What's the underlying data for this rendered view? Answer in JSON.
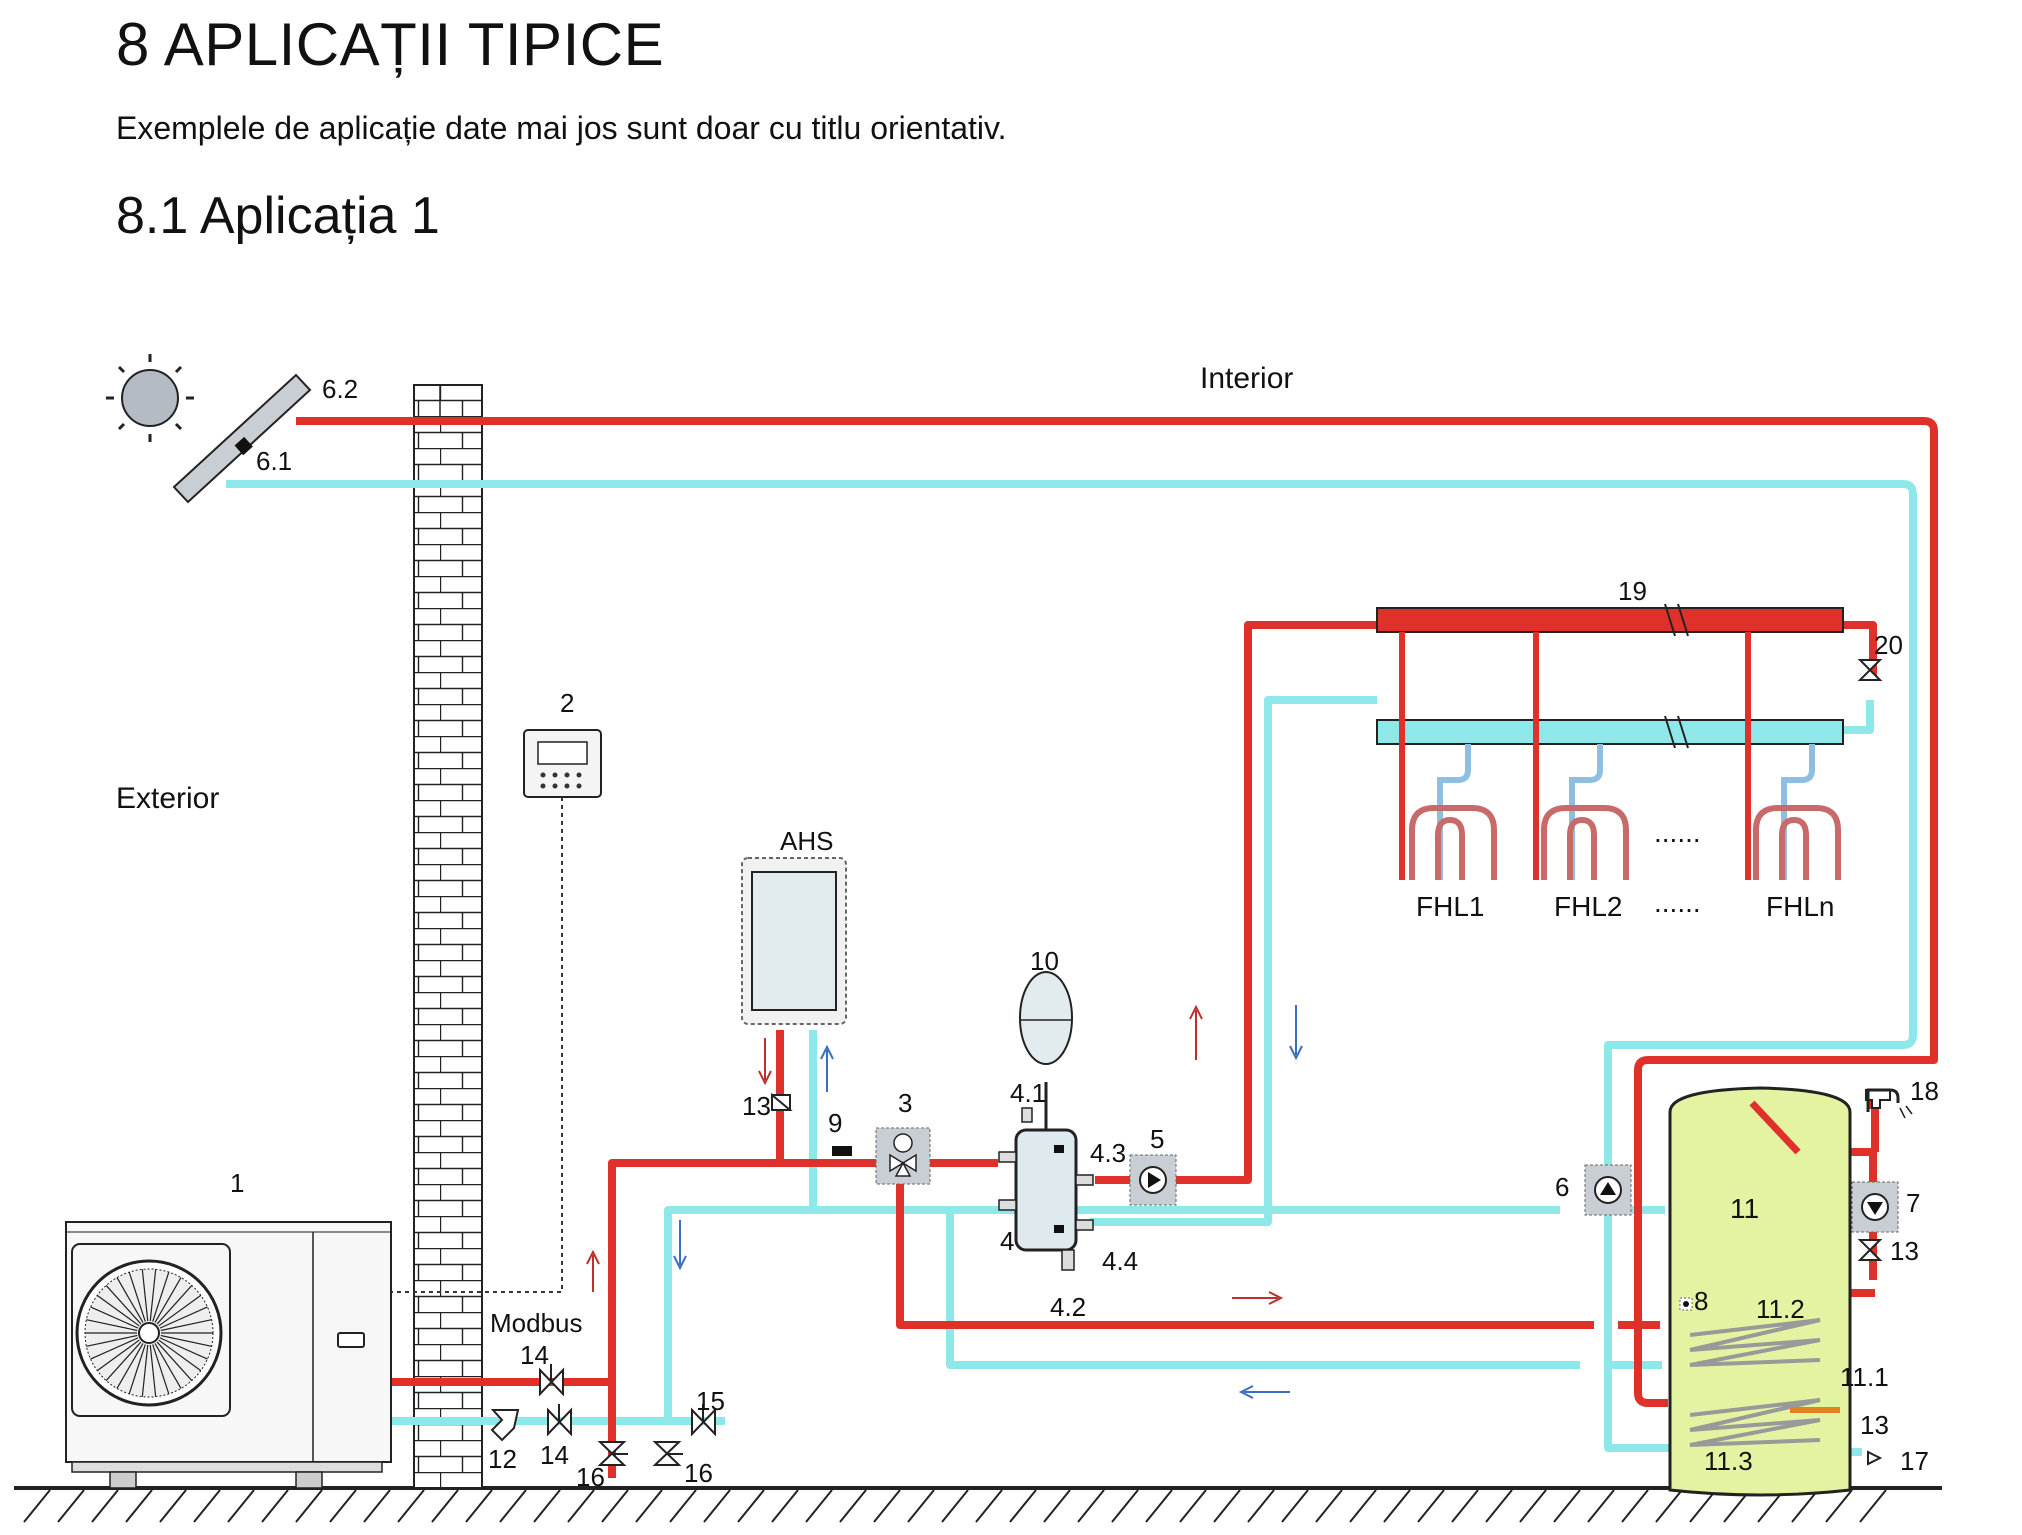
{
  "heading": "8 APLICAȚII TIPICE",
  "intro_text": "Exemplele de aplicație date mai jos sunt doar cu titlu orientativ.",
  "section_title": "8.1 Aplicația 1",
  "zones": {
    "interior": "Interior",
    "exterior": "Exterior"
  },
  "labels": {
    "outdoor_unit": "1",
    "controller": "2",
    "three_way_valve": "3",
    "buffer_tank": "4",
    "buffer_tank_top": "4.1",
    "buffer_tank_drain": "4.2",
    "buffer_tank_out": "4.3",
    "buffer_tank_in": "4.4",
    "pump_5": "5",
    "pump_6": "6",
    "solar_sensor": "6.1",
    "solar_panel": "6.2",
    "pump_7": "7",
    "sensor_8": "8",
    "sensor_9": "9",
    "expansion_vessel": "10",
    "dhw_tank": "11",
    "coil_11_1": "11.1",
    "coil_11_2": "11.2",
    "coil_11_3": "11.3",
    "filter_12": "12",
    "check_valve_13": "13",
    "valve_14": "14",
    "valve_15": "15",
    "valve_16": "16",
    "inlet_17": "17",
    "tap_18": "18",
    "manifold_19": "19",
    "bypass_20": "20",
    "ahs": "AHS",
    "modbus": "Modbus",
    "fhl1": "FHL1",
    "fhl2": "FHL2",
    "fhln": "FHLn",
    "ellipsis": "......"
  },
  "colors": {
    "supply": "#e0302a",
    "return": "#8ee8ea",
    "arrow_up": "#c0302a",
    "arrow_down": "#3a6fc0",
    "tank_fill": "#e4f3a2",
    "component_gray": "#c9ced4",
    "sun_fill": "#b5bbc2"
  }
}
